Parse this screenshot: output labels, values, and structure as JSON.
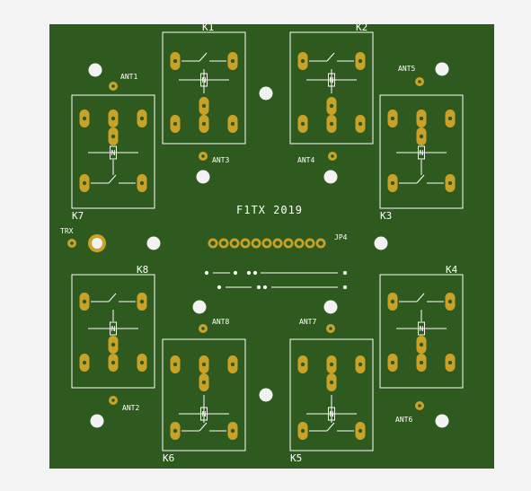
{
  "board": {
    "title": "F1TX 2019",
    "colors": {
      "background": "#f3f3f3",
      "pcb": "#2f5a1f",
      "silkscreen": "#ffffff",
      "pad": "#c9a227",
      "hole": "#f2f2f2"
    }
  },
  "relays": [
    {
      "label": "K1"
    },
    {
      "label": "K2"
    },
    {
      "label": "K3"
    },
    {
      "label": "K4"
    },
    {
      "label": "K5"
    },
    {
      "label": "K6"
    },
    {
      "label": "K7"
    },
    {
      "label": "K8"
    }
  ],
  "connectors": {
    "ant1": "ANT1",
    "ant2": "ANT2",
    "ant3": "ANT3",
    "ant4": "ANT4",
    "ant5": "ANT5",
    "ant6": "ANT6",
    "ant7": "ANT7",
    "ant8": "ANT8",
    "trx": "TRX",
    "jp4": "JP4"
  },
  "coil_symbol": "N"
}
